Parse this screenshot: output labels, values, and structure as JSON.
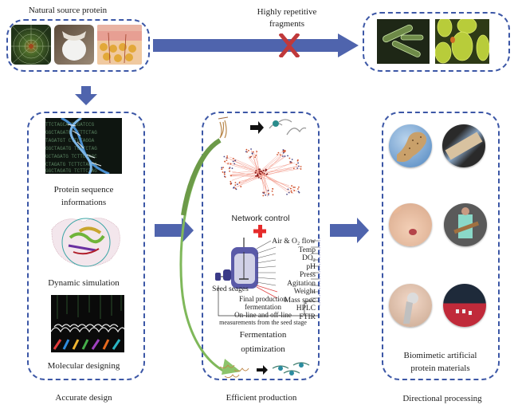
{
  "top": {
    "source_label": "Natural source protein",
    "fragments_label_line1": "Highly repetitive",
    "fragments_label_line2": "fragments",
    "cross_icon": "red-x-icon",
    "source_images": [
      "spider-web",
      "silkworm-cocoon",
      "skin-tissue"
    ],
    "microbe_images": [
      "bacteria",
      "yeast-cells"
    ]
  },
  "left_panel": {
    "items": [
      {
        "image": "dna-sequence",
        "label_line1": "Protein sequence",
        "label_line2": "informations"
      },
      {
        "image": "protein-structure",
        "label_line1": "Dynamic simulation",
        "label_line2": ""
      },
      {
        "image": "molecular-design",
        "label_line1": "Molecular designing",
        "label_line2": ""
      }
    ],
    "caption": "Accurate design"
  },
  "middle_panel": {
    "network_label": "Network control",
    "plus_icon": "red-plus-icon",
    "seed_label": "Seed seages",
    "measurements": [
      "Air & O₂ flow",
      "Temp",
      "DO₂",
      "pH",
      "Press",
      "Agitation",
      "Weight",
      "Mass spec",
      "HPLC",
      "FTIR"
    ],
    "box_text_line1": "Final production",
    "box_text_line2": "fermentation",
    "box_text_line3": "On-line and off-line",
    "box_text_line4": "measurements from the seed stage",
    "fermentation_line1": "Fermentation",
    "fermentation_line2": "optimization",
    "caption": "Efficient production"
  },
  "right_panel": {
    "images": [
      "bone-scaffold",
      "nerve-conduit",
      "wound-dressing",
      "body-armor",
      "joint-implant",
      "textile-fabric"
    ],
    "label_line1": "Biomimetic artificial",
    "label_line2": "protein materials",
    "caption": "Directional processing"
  },
  "colors": {
    "arrow_blue": "#4f64ad",
    "dash_blue": "#3c57a6",
    "cross_red": "#c0393b",
    "green_arrow": "#7fb85a",
    "plus_red": "#e52b2b"
  }
}
